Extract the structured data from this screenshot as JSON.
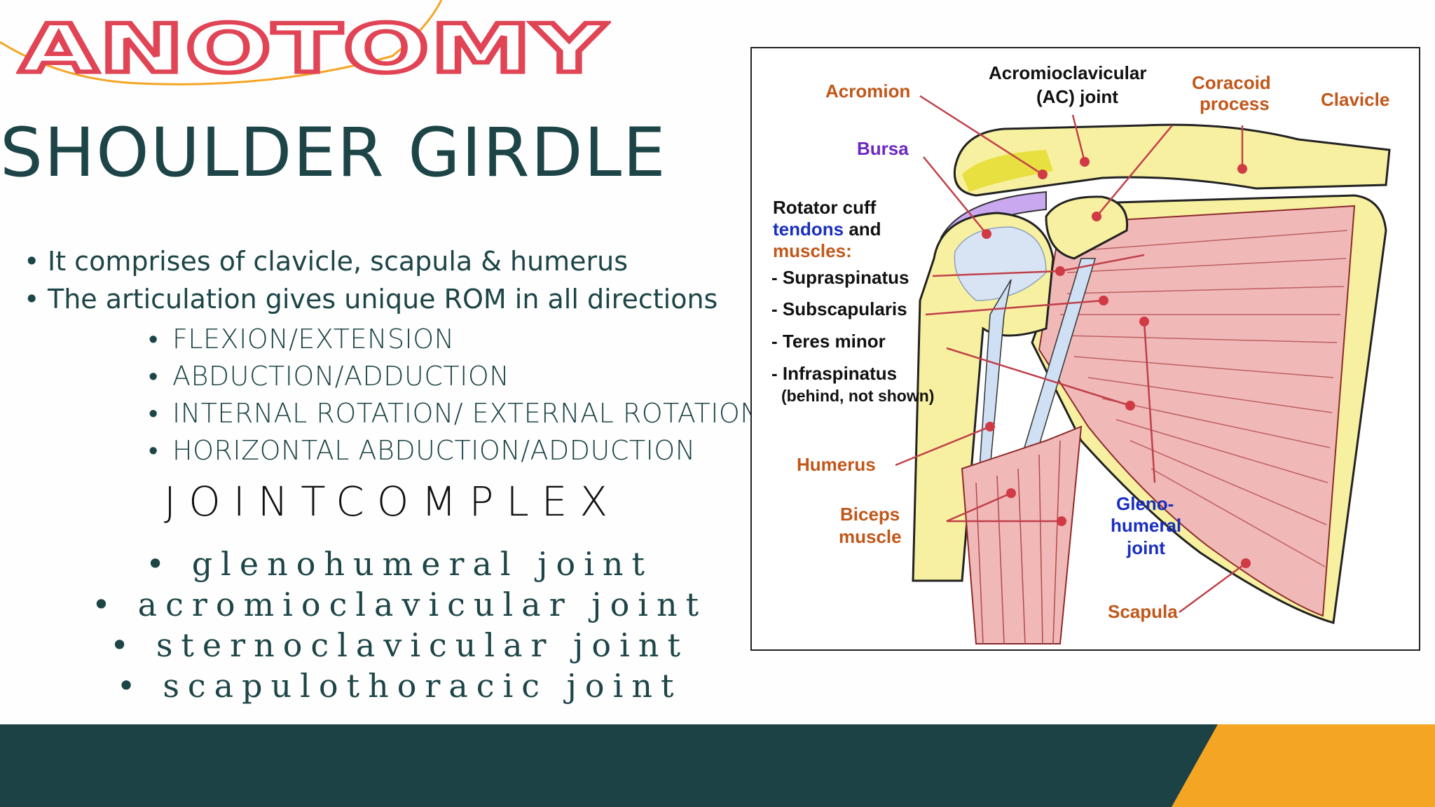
{
  "slide": {
    "title": "ANOTOMY",
    "subtitle": "SHOULDER GIRDLE",
    "colors": {
      "title": "#e04455",
      "subtitle": "#1d4547",
      "footer": "#1c4246",
      "accent": "#f5a524",
      "muscle": "#f1b8b8",
      "bone": "#f7f0a0"
    }
  },
  "bullets": [
    "It comprises of clavicle, scapula & humerus",
    "The articulation gives unique ROM in all directions"
  ],
  "movements": [
    "FLEXION/EXTENSION",
    "ABDUCTION/ADDUCTION",
    "INTERNAL ROTATION/ EXTERNAL ROTATION",
    "HORIZONTAL ABDUCTION/ADDUCTION"
  ],
  "joint_heading": "JOINTCOMPLEX",
  "joints": [
    "glenohumeral joint",
    "acromioclavicular joint",
    "sternoclavicular joint",
    "scapulothoracic joint"
  ],
  "diagram": {
    "labels": {
      "acromion": "Acromion",
      "ac_joint_1": "Acromioclavicular",
      "ac_joint_2": "(AC) joint",
      "coracoid_1": "Coracoid",
      "coracoid_2": "process",
      "clavicle": "Clavicle",
      "bursa": "Bursa",
      "rotator_1": "Rotator cuff",
      "rotator_2a": "tendons",
      "rotator_2b": " and",
      "rotator_3": "muscles:",
      "supraspinatus": "- Supraspinatus",
      "subscapularis": "- Subscapularis",
      "teres_minor": "- Teres minor",
      "infraspinatus": "- Infraspinatus",
      "infraspinatus_note": "(behind, not shown)",
      "humerus": "Humerus",
      "biceps_1": "Biceps",
      "biceps_2": "muscle",
      "gleno_1": "Gleno-",
      "gleno_2": "humeral",
      "gleno_3": "joint",
      "scapula": "Scapula"
    }
  }
}
